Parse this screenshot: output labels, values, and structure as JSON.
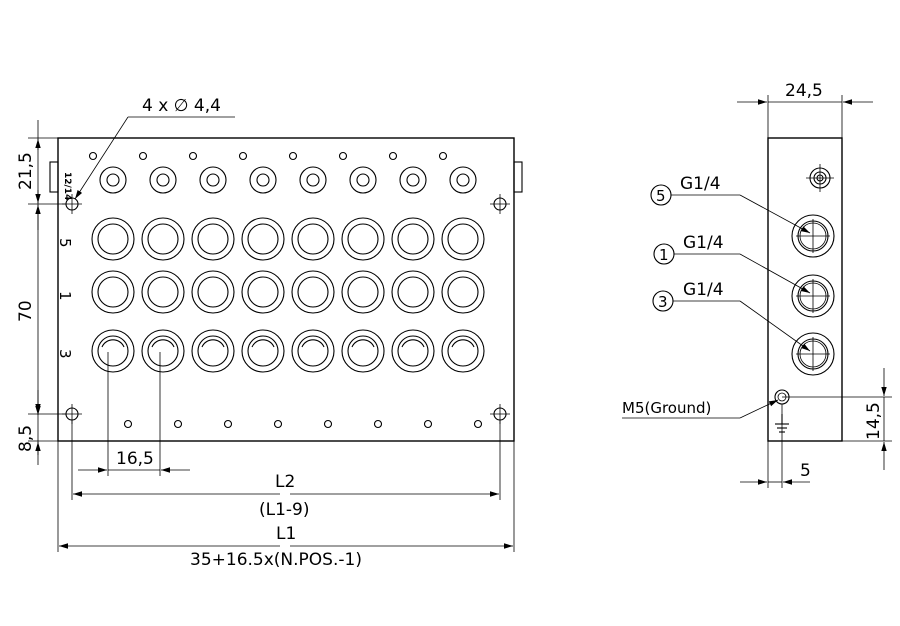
{
  "front_view": {
    "hole_callout": "4 x ∅ 4,4",
    "dim_top": "21,5",
    "dim_height": "70",
    "dim_bottom": "8,5",
    "dim_pitch": "16,5",
    "l2_label": "L2",
    "l2_formula": "(L1-9)",
    "l1_label": "L1",
    "l1_formula": "35+16.5x(N.POS.-1)",
    "row_labels": [
      "5",
      "1",
      "3"
    ],
    "corner_mark": "12/14",
    "positions": 8
  },
  "side_view": {
    "dim_width": "24,5",
    "dim_height": "14,5",
    "dim_offset": "5",
    "ports": [
      {
        "number": "5",
        "thread": "G1/4"
      },
      {
        "number": "1",
        "thread": "G1/4"
      },
      {
        "number": "3",
        "thread": "G1/4"
      }
    ],
    "ground_label": "M5(Ground)"
  }
}
